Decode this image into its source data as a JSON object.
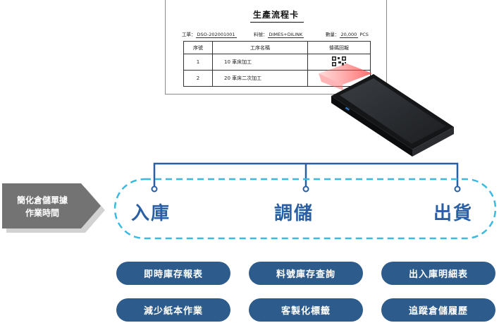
{
  "process_card": {
    "title": "生產流程卡",
    "work_order_label": "工單：",
    "work_order_value": "DSO-202001001",
    "part_label": "料號：",
    "part_value": "DIMES+DILINK",
    "qty_label": "數量：",
    "qty_value": "20,000",
    "qty_unit": "PCS",
    "headers": [
      "序號",
      "工序名稱",
      "條碼回報"
    ],
    "rows": [
      {
        "no": "1",
        "name": "10 車床加工"
      },
      {
        "no": "2",
        "name": "20 車床二次加工"
      }
    ]
  },
  "callout": {
    "line1": "簡化倉儲單據",
    "line2": "作業時間"
  },
  "flow": {
    "stage_in": "入庫",
    "stage_transfer": "調儲",
    "stage_out": "出貨"
  },
  "features": [
    "即時庫存報表",
    "料號庫存查詢",
    "出入庫明細表",
    "減少紙本作業",
    "客製化標籤",
    "追蹤倉儲履歷"
  ],
  "colors": {
    "accent_blue": "#2b5fa3",
    "pill_blue": "#2d5b8c",
    "callout_gray": "#737373",
    "dashed_cyan": "#3cb9e0"
  }
}
